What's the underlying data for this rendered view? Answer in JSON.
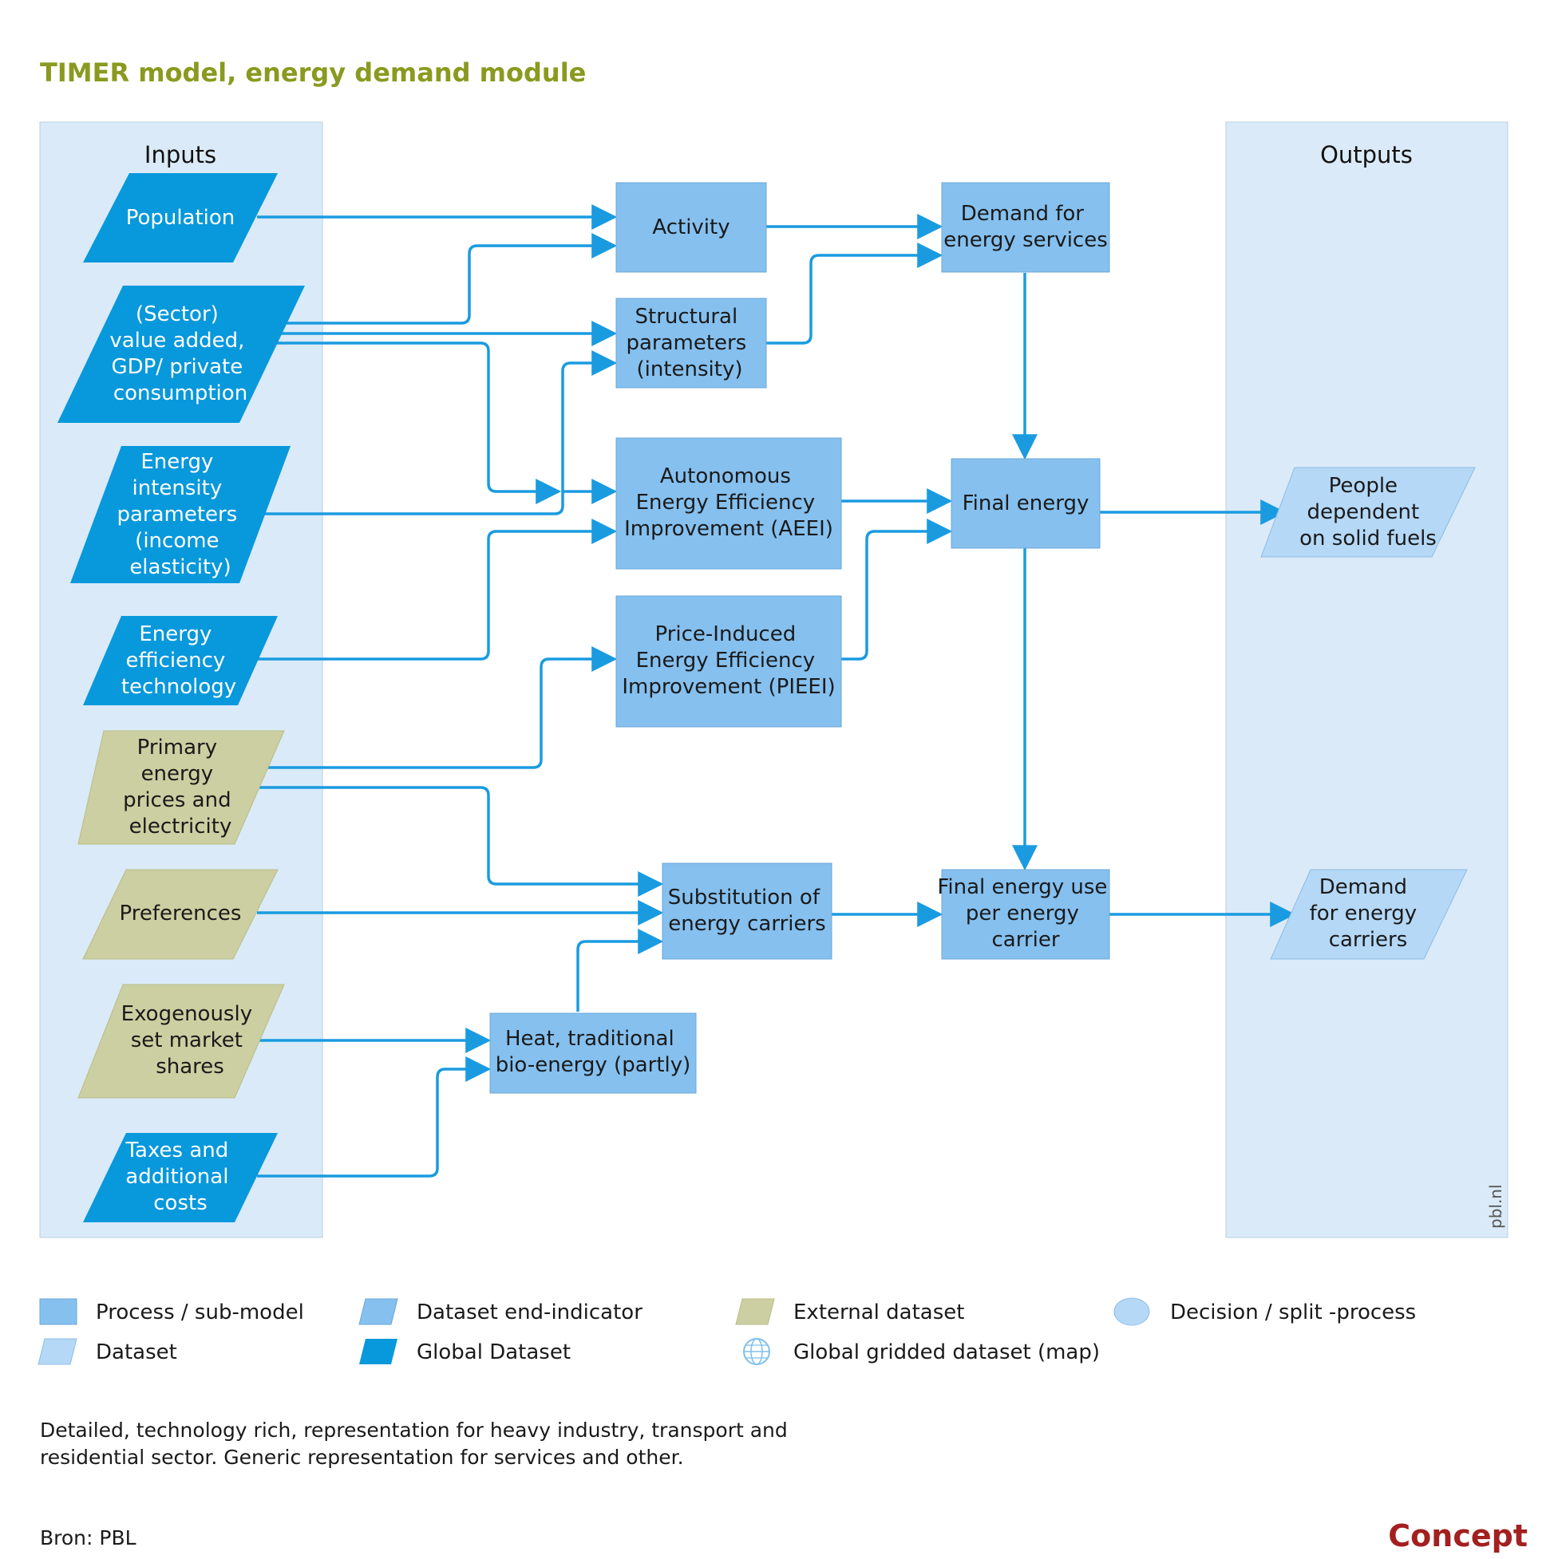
{
  "title": "TIMER model, energy demand module",
  "columns": {
    "inputs": "Inputs",
    "outputs": "Outputs"
  },
  "inputs": {
    "population": [
      "Population"
    ],
    "value_added": [
      "(Sector)",
      "value added,",
      "GDP/ private",
      "consumption"
    ],
    "energy_intensity": [
      "Energy",
      "intensity",
      "parameters",
      "(income",
      "elasticity)"
    ],
    "energy_efficiency": [
      "Energy",
      "efficiency",
      "technology"
    ],
    "primary_energy": [
      "Primary",
      "energy",
      "prices and",
      "electricity"
    ],
    "preferences": [
      "Preferences"
    ],
    "exogenous": [
      "Exogenously",
      "set market",
      "shares"
    ],
    "taxes": [
      "Taxes and",
      "additional",
      "costs"
    ]
  },
  "processes": {
    "activity": [
      "Activity"
    ],
    "structural": [
      "Structural",
      "parameters",
      "(intensity)"
    ],
    "aeei": [
      "Autonomous",
      "Energy Efficiency",
      "Improvement (AEEI)"
    ],
    "pieei": [
      "Price-Induced",
      "Energy Efficiency",
      "Improvement (PIEEI)"
    ],
    "demand_services": [
      "Demand for",
      "energy services"
    ],
    "final_energy": [
      "Final energy"
    ],
    "substitution": [
      "Substitution of",
      "energy carriers"
    ],
    "final_energy_use": [
      "Final energy use",
      "per energy",
      "carrier"
    ],
    "heat": [
      "Heat, traditional",
      "bio-energy (partly)"
    ]
  },
  "outputs": {
    "people_solid": [
      "People",
      "dependent",
      "on solid fuels"
    ],
    "demand_carriers": [
      "Demand",
      "for energy",
      "carriers"
    ]
  },
  "legend": {
    "process": "Process / sub-model",
    "dataset_end": "Dataset end-indicator",
    "external": "External dataset",
    "decision": "Decision / split -process",
    "dataset": "Dataset",
    "global": "Global Dataset",
    "gridded": "Global gridded dataset (map)"
  },
  "note": [
    "Detailed, technology rich, representation for heavy industry, transport and",
    "residential sector. Generic representation for services and other."
  ],
  "source": "Bron: PBL",
  "stamp": "Concept",
  "watermark": "pbl.nl",
  "colors": {
    "panel": "#daeaf8",
    "process": "#85c0ef",
    "global_dataset": "#0898dc",
    "external": "#cccfa1",
    "dataset": "#b4d8f6",
    "arrow": "#1a9be0",
    "title": "#8a9a1f",
    "stamp": "#a32020"
  }
}
